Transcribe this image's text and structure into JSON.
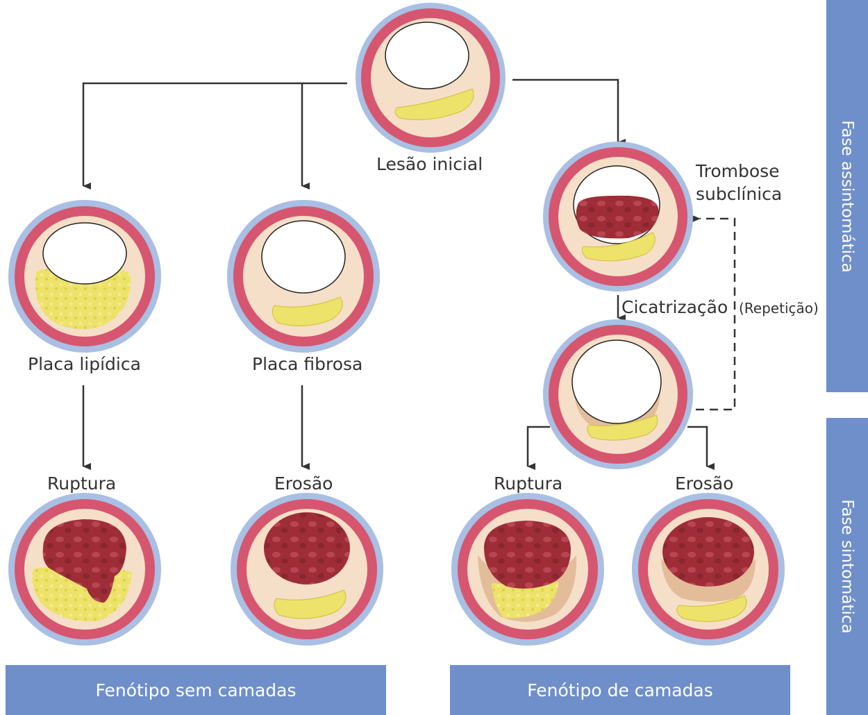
{
  "labels": {
    "initial": "Lesão inicial",
    "thrombosis": "Trombose\nsubclínica",
    "lipid_plaque": "Placa lipídica",
    "fibrous_plaque": "Placa fibrosa",
    "healing": "Cicatrização",
    "repetition": "(Repetição)",
    "rupture_left": "Ruptura",
    "erosion_left": "Erosão",
    "rupture_right": "Ruptura",
    "erosion_right": "Erosão"
  },
  "bands": {
    "non_layered": "Fenótipo sem camadas",
    "layered": "Fenótipo de camadas"
  },
  "phases": {
    "asymptomatic": "Fase assintomática",
    "symptomatic": "Fase sintomática"
  },
  "colors": {
    "adventitia": "#a9bfe3",
    "media": "#d6566f",
    "intima": "#f6dfc8",
    "lipid": "#ede26a",
    "thrombus": "#a3303a",
    "healed_layer": "#e3bd9a",
    "band": "#6f8fca"
  }
}
